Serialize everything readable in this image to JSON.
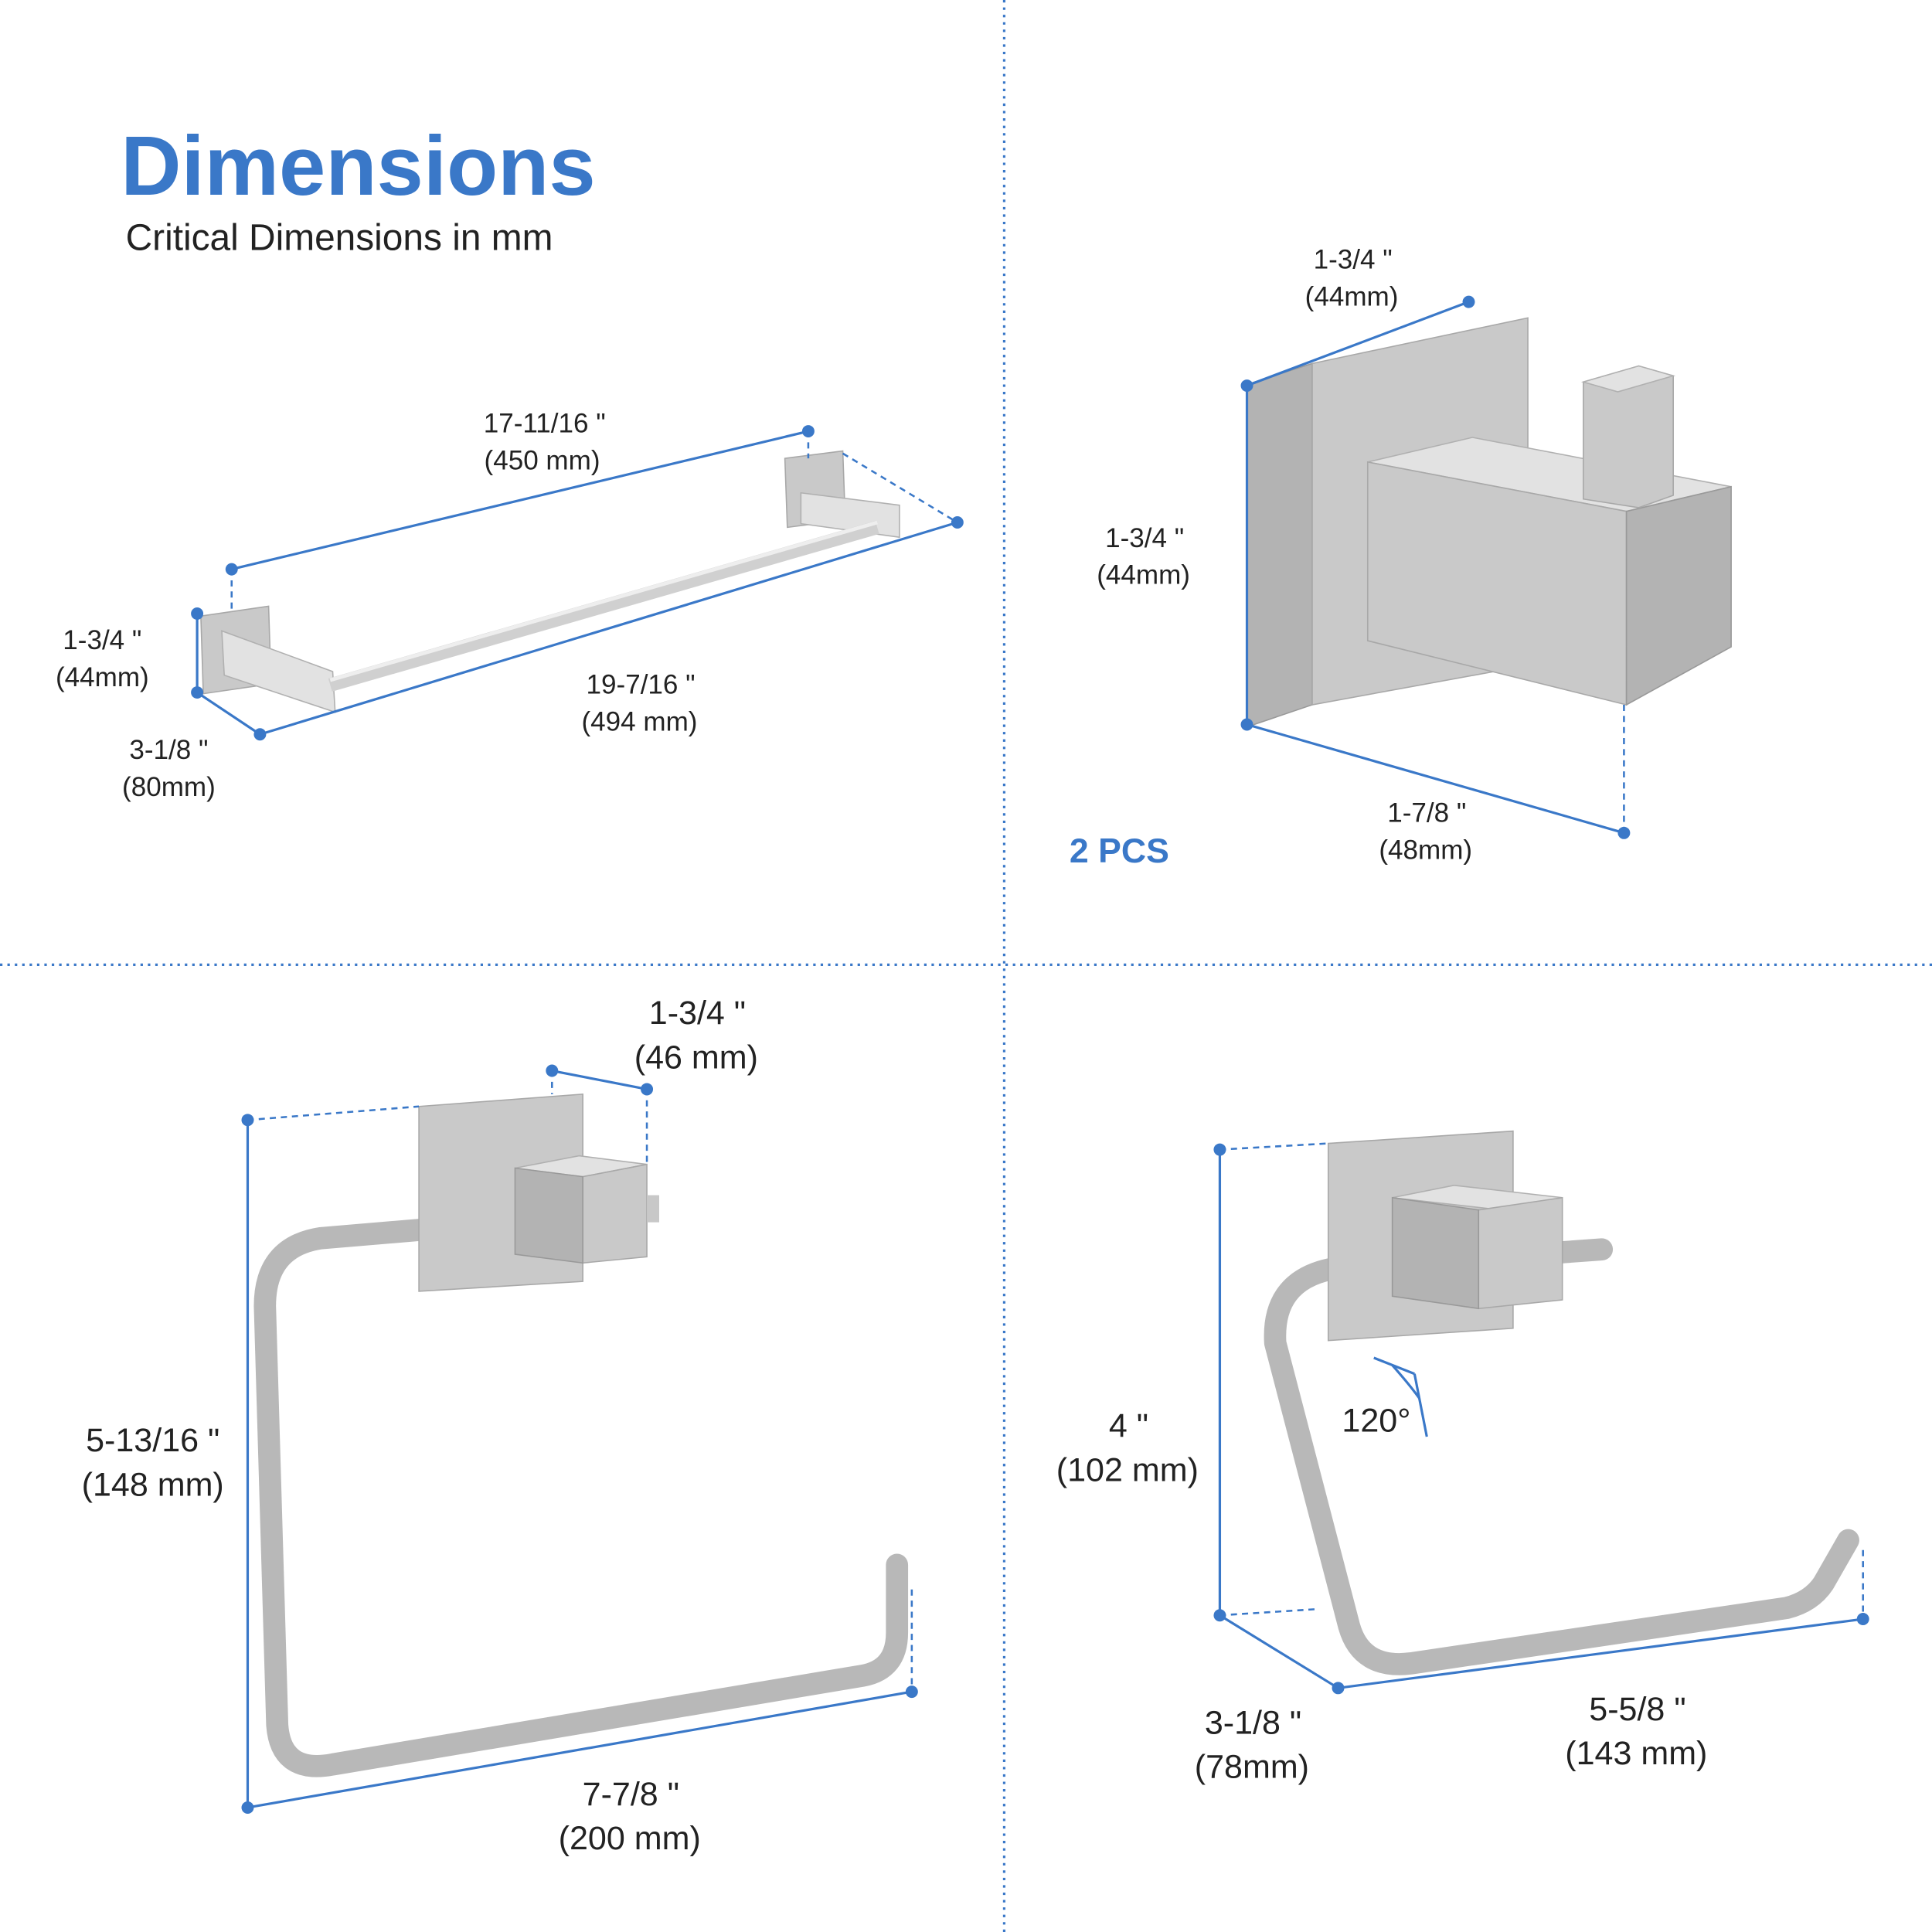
{
  "title": "Dimensions",
  "subtitle": "Critical Dimensions in mm",
  "accent_color": "#3a78c8",
  "towel_bar": {
    "length_inner": [
      "17-11/16 \"",
      "(450 mm)"
    ],
    "length_outer": [
      "19-7/16 \"",
      "(494 mm)"
    ],
    "height": [
      "1-3/4 \"",
      "(44mm)"
    ],
    "depth": [
      "3-1/8 \"",
      "(80mm)"
    ]
  },
  "robe_hook": {
    "width": [
      "1-3/4 \"",
      "(44mm)"
    ],
    "height": [
      "1-3/4 \"",
      "(44mm)"
    ],
    "depth": [
      "1-7/8 \"",
      "(48mm)"
    ],
    "quantity": "2 PCS"
  },
  "towel_ring": {
    "base": [
      "1-3/4 \"",
      "(46 mm)"
    ],
    "height": [
      "5-13/16 \"",
      "(148 mm)"
    ],
    "width": [
      "7-7/8 \"",
      "(200 mm)"
    ]
  },
  "paper_holder": {
    "height": [
      "4 \"",
      "(102 mm)"
    ],
    "angle": "120°",
    "depth": [
      "3-1/8 \"",
      "(78mm)"
    ],
    "width": [
      "5-5/8 \"",
      "(143 mm)"
    ]
  }
}
